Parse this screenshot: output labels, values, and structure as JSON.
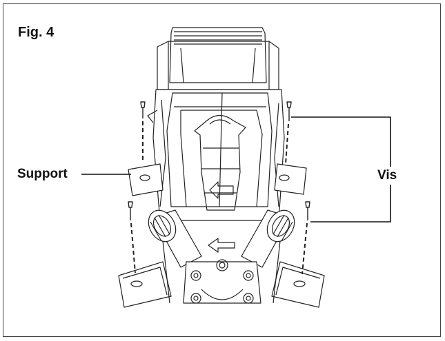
{
  "figure": {
    "title": "Fig. 4"
  },
  "labels": {
    "support": "Support",
    "vis": "Vis"
  }
}
